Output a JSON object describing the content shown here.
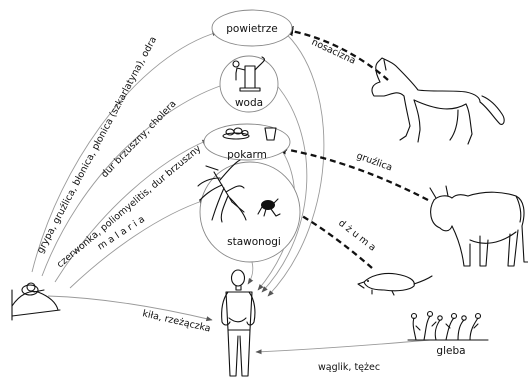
{
  "nodes": {
    "air": "powietrze",
    "water": "woda",
    "food": "pokarm",
    "arthropods": "stawonogi",
    "soil": "gleba"
  },
  "routes": {
    "air_diseases": "grypa, gruźlica, błonica, płonica (szkarlatyna), odra",
    "water_diseases": "dur brzuszny, cholera",
    "food_diseases": "czerwonka, poliomyelitis, dur brzuszny",
    "arthropod_diseases": "m a l a r i a",
    "contact_diseases": "kiła, rzeżączka",
    "soil_diseases": "wąglik, tężec"
  },
  "animal_routes": {
    "horse": "nosacizna",
    "cow": "gruźlica",
    "rat": "d ż u m a"
  },
  "colors": {
    "ink": "#111111",
    "thin_arrow": "#9a9a9a",
    "ellipse_border": "#888888"
  },
  "icons": [
    "bed-person-icon",
    "water-pump-icon",
    "food-plate-icon",
    "cup-icon",
    "mosquito-icon",
    "flea-icon",
    "human-figure-icon",
    "horse-icon",
    "cow-icon",
    "rat-icon",
    "plants-icon"
  ]
}
